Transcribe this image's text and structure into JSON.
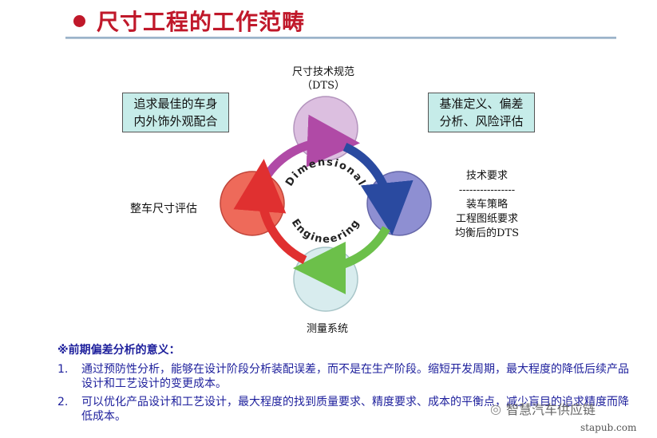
{
  "title": "尺寸工程的工作范畴",
  "boxes": {
    "left": [
      "追求最佳的车身",
      "内外饰外观配合"
    ],
    "right": [
      "基准定义、偏差",
      "分析、风险评估"
    ]
  },
  "labels": {
    "top": [
      "尺寸技术规范",
      "（DTS）"
    ],
    "left": "整车尺寸评估",
    "right": [
      "技术要求",
      "----------------",
      "装车策略",
      "工程图纸要求",
      "均衡后的DTS"
    ],
    "bottom": "测量系统"
  },
  "center": {
    "line1": "Dimensional",
    "line2": "Engineering"
  },
  "notes": {
    "heading": "※前期偏差分析的意义：",
    "items": [
      {
        "num": "1.",
        "text": "通过预防性分析，能够在设计阶段分析装配误差，而不是在生产阶段。缩短开发周期，最大程度的降低后续产品设计和工艺设计的变更成本。"
      },
      {
        "num": "2.",
        "text": "可以优化产品设计和工艺设计，最大程度的找到质量要求、精度要求、成本的平衡点，减少盲目的追求精度而降低成本。"
      }
    ]
  },
  "watermark": "智慧汽车供应链",
  "site": "stapub.com",
  "colors": {
    "title": "#c0182a",
    "circle_top": "#dcbfe0",
    "circle_right": "#8e8fd2",
    "circle_bottom": "#d8ecee",
    "circle_left": "#ee6a5a",
    "arrow_top": "#b04aa6",
    "arrow_right": "#2a4aa0",
    "arrow_bottom": "#6cc04a",
    "arrow_left": "#e03030",
    "notes_text": "#1d1f9c"
  }
}
